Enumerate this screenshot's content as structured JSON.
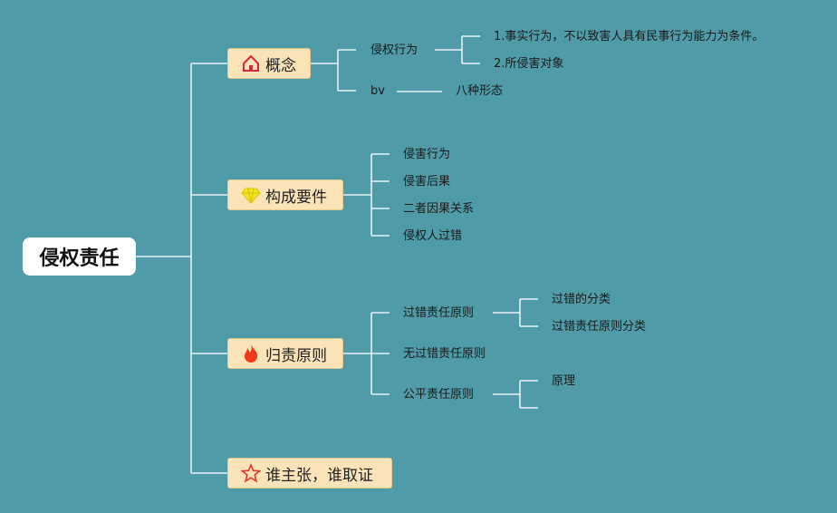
{
  "root": {
    "label": "侵权责任"
  },
  "branches": [
    {
      "label": "概念",
      "icon": "house-icon",
      "children": [
        {
          "label": "侵权行为",
          "children": [
            "1.事实行为，不以致害人具有民事行为能力为条件。",
            "2.所侵害对象"
          ]
        },
        {
          "label": "bv",
          "children": [
            "八种形态"
          ]
        }
      ]
    },
    {
      "label": "构成要件",
      "icon": "diamond-icon",
      "children": [
        {
          "label": "侵害行为"
        },
        {
          "label": "侵害后果"
        },
        {
          "label": "二者因果关系"
        },
        {
          "label": "侵权人过错"
        }
      ]
    },
    {
      "label": "归责原则",
      "icon": "fire-icon",
      "children": [
        {
          "label": "过错责任原则",
          "children": [
            "过错的分类",
            "过错责任原则分类"
          ]
        },
        {
          "label": "无过错责任原则"
        },
        {
          "label": "公平责任原则",
          "children": [
            "原理",
            ""
          ]
        }
      ]
    },
    {
      "label": "谁主张，谁取证",
      "icon": "star-icon"
    }
  ],
  "colors": {
    "background": "#509ba8",
    "branch_fill": "#fbe3b8",
    "line": "#e6f2f4"
  }
}
